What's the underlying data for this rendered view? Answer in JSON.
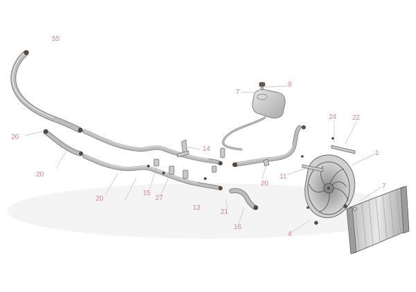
{
  "diagram": {
    "callouts": [
      {
        "id": "c55a",
        "text": "55"
      },
      {
        "id": "c20a",
        "text": "20"
      },
      {
        "id": "c20b",
        "text": "20"
      },
      {
        "id": "c20c",
        "text": "20"
      },
      {
        "id": "c20d",
        "text": "20"
      },
      {
        "id": "c14",
        "text": "14"
      },
      {
        "id": "c15",
        "text": "15"
      },
      {
        "id": "c27",
        "text": "27"
      },
      {
        "id": "c13",
        "text": "13"
      },
      {
        "id": "c21",
        "text": "21"
      },
      {
        "id": "c16",
        "text": "16"
      },
      {
        "id": "c9",
        "text": "9"
      },
      {
        "id": "c7a",
        "text": "7"
      },
      {
        "id": "c24",
        "text": "24"
      },
      {
        "id": "c22",
        "text": "22"
      },
      {
        "id": "c1",
        "text": "1"
      },
      {
        "id": "c11",
        "text": "11"
      },
      {
        "id": "c7b",
        "text": "7"
      },
      {
        "id": "c4",
        "text": "4"
      }
    ]
  }
}
